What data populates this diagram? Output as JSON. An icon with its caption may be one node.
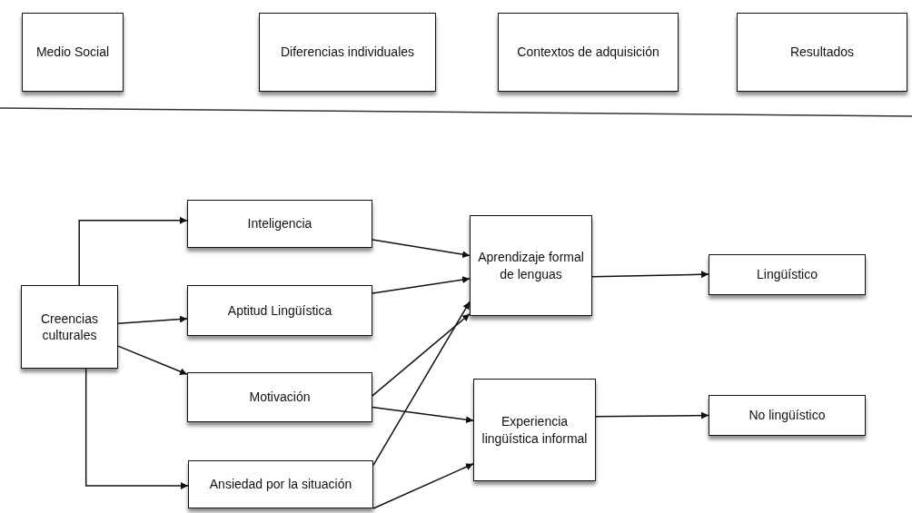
{
  "diagram": {
    "nodes": [
      {
        "text": [
          "Medio Social"
        ]
      },
      {
        "text": [
          "Diferencias individuales"
        ]
      },
      {
        "text": [
          "Contextos de adquisición"
        ]
      },
      {
        "text": [
          "Resultados"
        ]
      },
      {
        "text": [
          "Creencias culturales"
        ]
      },
      {
        "text": [
          "Inteligencia"
        ]
      },
      {
        "text": [
          "Aptitud Lingüística"
        ]
      },
      {
        "text": [
          "Motivación"
        ]
      },
      {
        "text": [
          "Ansiedad por la situación"
        ]
      },
      {
        "text": [
          "Aprendizaje formal de lenguas"
        ]
      },
      {
        "text": [
          "Experiencia lingüística informal"
        ]
      },
      {
        "text": [
          "Lingüístico"
        ]
      },
      {
        "text": [
          "No lingüístico"
        ]
      }
    ],
    "edges": [
      {
        "from": 4,
        "to": 5,
        "arrow": "to"
      },
      {
        "from": 4,
        "to": 6,
        "arrow": "to"
      },
      {
        "from": 4,
        "to": 7,
        "arrow": "to"
      },
      {
        "from": 4,
        "to": 8,
        "arrow": "to"
      },
      {
        "from": 5,
        "to": 9,
        "arrow": "to"
      },
      {
        "from": 6,
        "to": 9,
        "arrow": "to"
      },
      {
        "from": 7,
        "to": 9,
        "arrow": "to"
      },
      {
        "from": 8,
        "to": 9,
        "arrow": "to"
      },
      {
        "from": 7,
        "to": 10,
        "arrow": "to"
      },
      {
        "from": 8,
        "to": 10,
        "arrow": "to"
      },
      {
        "from": 9,
        "to": 11,
        "arrow": "to"
      },
      {
        "from": 10,
        "to": 12,
        "arrow": "to"
      }
    ]
  }
}
